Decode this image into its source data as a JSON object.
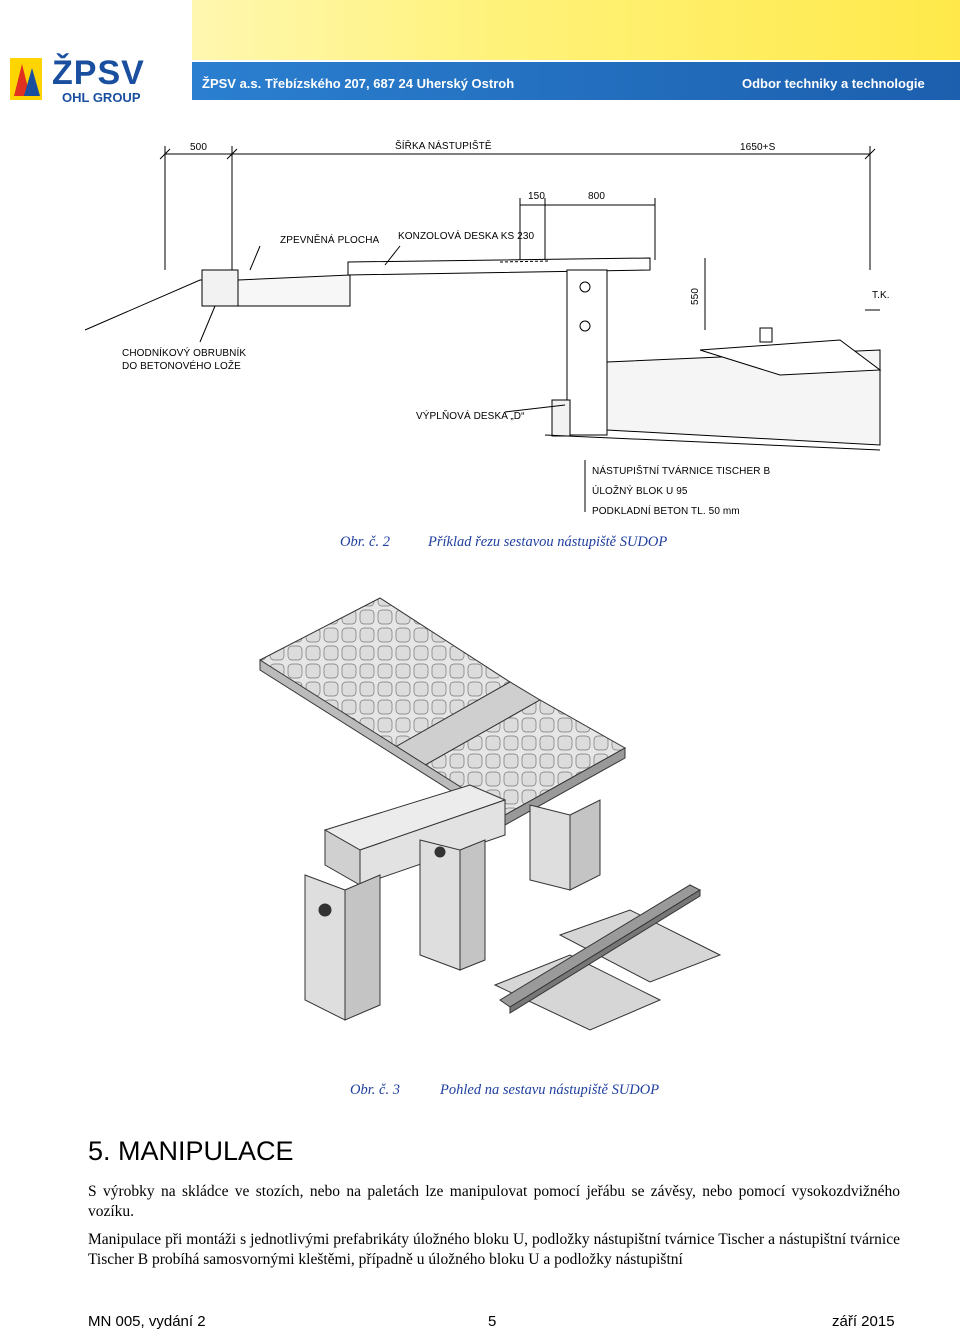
{
  "header": {
    "logo_name": "ŽPSV",
    "logo_group": "OHL GROUP",
    "address": "ŽPSV a.s. Třebízského 207, 687 24 Uherský Ostroh",
    "department": "Odbor techniky a technologie"
  },
  "figure2": {
    "labels": {
      "dim_500": "500",
      "platform_width": "ŠÍŘKA NÁSTUPIŠTĚ",
      "dim_1650": "1650+S",
      "dim_150": "150",
      "dim_800": "800",
      "paved_area": "ZPEVNĚNÁ PLOCHA",
      "console_slab": "KONZOLOVÁ DESKA KS 230",
      "dim_550": "550",
      "tk": "T.K.",
      "curb_line1": "CHODNÍKOVÝ OBRUBNÍK",
      "curb_line2": "DO BETONOVÉHO LOŽE",
      "fill_slab": "VÝPLŇOVÁ DESKA „D“",
      "tischer": "NÁSTUPIŠTNÍ TVÁRNICE TISCHER B",
      "block_u95": "ÚLOŽNÝ BLOK U 95",
      "base_concrete": "PODKLADNÍ BETON TL. 50 mm"
    },
    "caption_number": "Obr. č. 2",
    "caption_text": "Příklad řezu sestavou nástupiště SUDOP"
  },
  "figure3": {
    "caption_number": "Obr. č. 3",
    "caption_text": "Pohled na sestavu nástupiště SUDOP"
  },
  "section": {
    "heading": "5. MANIPULACE",
    "para1": "S výrobky na skládce ve stozích, nebo na paletách lze manipulovat pomocí jeřábu se závěsy, nebo pomocí vysokozdvižného vozíku.",
    "para2": "Manipulace při montáži s jednotlivými prefabrikáty úložného bloku U, podložky nástupištní tvárnice Tischer a nástupištní tvárnice Tischer B probíhá samosvornými kleštěmi, případně u úložného bloku U a podložky nástupištní"
  },
  "footer": {
    "doc": "MN 005, vydání 2",
    "page": "5",
    "date": "září 2015"
  },
  "colors": {
    "header_blue": "#1c5fae",
    "header_yellow": "#ffe94a",
    "caption_blue": "#1f3f9f"
  }
}
